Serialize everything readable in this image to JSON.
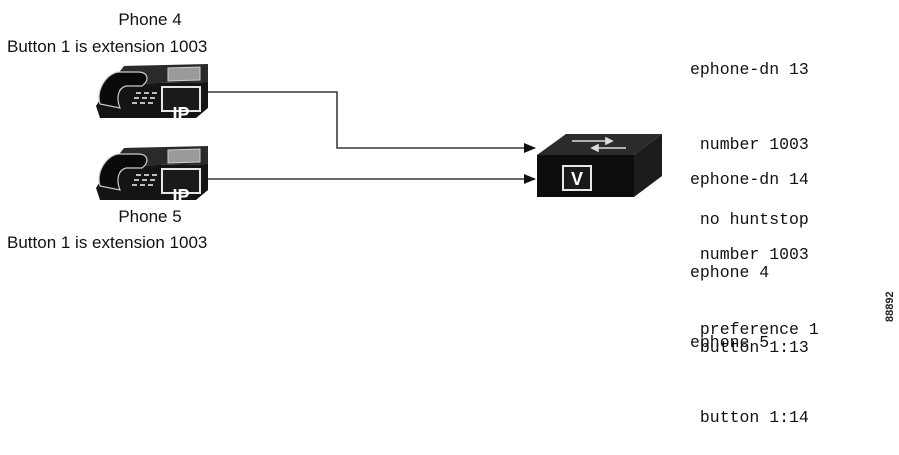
{
  "phones": [
    {
      "name": "Phone 4",
      "desc": "Button 1 is extension 1003",
      "badge": "IP"
    },
    {
      "name": "Phone 5",
      "desc": "Button 1 is extension 1003",
      "badge": "IP"
    }
  ],
  "router": {
    "label": "V"
  },
  "config": {
    "block1": [
      "ephone-dn 13",
      " number 1003",
      " no huntstop"
    ],
    "block2": [
      "ephone-dn 14",
      " number 1003",
      " preference 1"
    ],
    "block3": [
      "ephone 4",
      " button 1:13"
    ],
    "block4": [
      "ephone 5",
      " button 1:14"
    ]
  },
  "figure_id": "88892"
}
